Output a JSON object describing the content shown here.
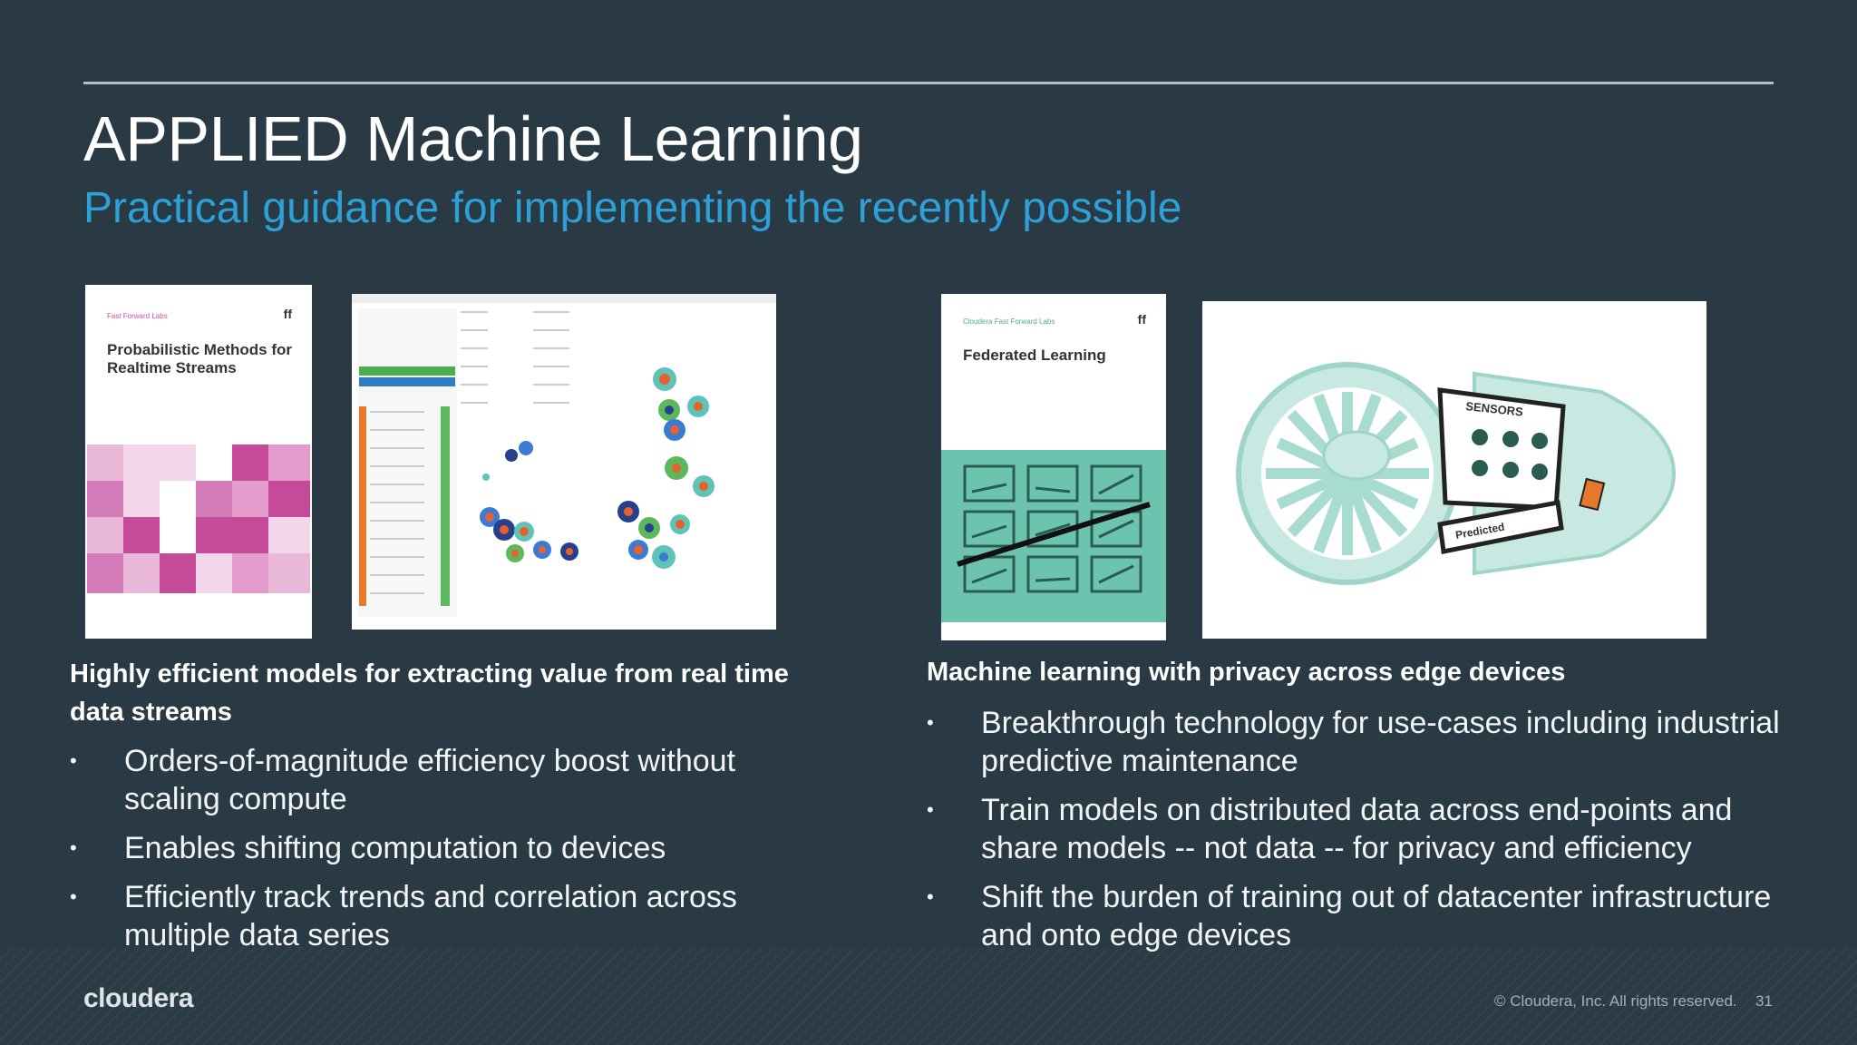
{
  "slide": {
    "title": "APPLIED Machine Learning",
    "subtitle": "Practical guidance for implementing the recently possible",
    "accent_color": "#2ea0d8",
    "background_color": "#293a45"
  },
  "left": {
    "book": {
      "tag": "Fast Forward Labs",
      "mark": "ff",
      "title": "Probabilistic Methods for Realtime Streams"
    },
    "heading": "Highly efficient models for extracting value from real time data streams",
    "bullets": [
      "Orders-of-magnitude efficiency boost without scaling compute",
      "Enables shifting computation to devices",
      "Efficiently track trends and correlation across multiple data series"
    ]
  },
  "right": {
    "book": {
      "tag": "Cloudera Fast Forward Labs",
      "mark": "ff",
      "title": "Federated Learning"
    },
    "engine": {
      "label_sensors": "SENSORS",
      "label_predicted": "Predicted"
    },
    "heading": "Machine learning with privacy across edge devices",
    "bullets": [
      "Breakthrough technology for use-cases including industrial predictive maintenance",
      "Train models on distributed data across end-points and share models -- not data -- for privacy and efficiency",
      "Shift the burden of training out of datacenter infrastructure and onto edge devices"
    ]
  },
  "footer": {
    "logo": "cloudera",
    "copyright": "© Cloudera, Inc. All rights reserved.",
    "page_number": "31"
  }
}
